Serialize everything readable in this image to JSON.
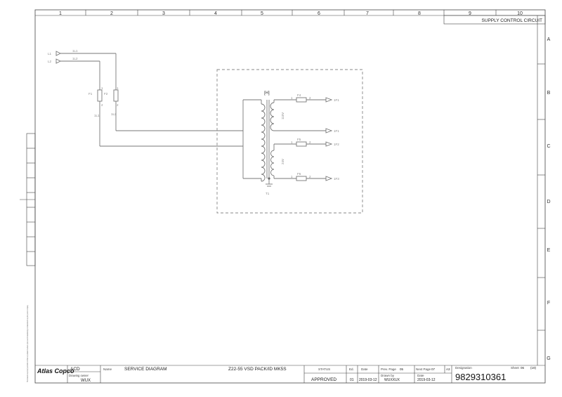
{
  "columns": [
    "1",
    "2",
    "3",
    "4",
    "5",
    "6",
    "7",
    "8",
    "9",
    "10"
  ],
  "rows": [
    "A",
    "B",
    "C",
    "D",
    "E",
    "F",
    "G"
  ],
  "sheet_title": "SUPPLY CONTROL CIRCUIT",
  "left_margin_note": "This document is our property and shall not without our permission be altered, copied, used for manufacturing or communicated to any other person or company.",
  "circuit": {
    "inputs": [
      "L1",
      "L2"
    ],
    "input_wires": [
      "1L1",
      "1L2"
    ],
    "fuses_in": [
      "F1",
      "F2"
    ],
    "fuse_pins": [
      "1",
      "2"
    ],
    "primary_wires": [
      "1L1",
      "1L2"
    ],
    "transformer_label": "[H]",
    "transformer_ref": "T1",
    "winding_labels": [
      "115V",
      "24V"
    ],
    "fuses_out": [
      "F4",
      "F5",
      "F6"
    ],
    "outputs": [
      "1F1",
      "1F1",
      "1F2",
      "1F3"
    ],
    "pin_labels": [
      "1",
      "2"
    ]
  },
  "title_block": {
    "company": "Atlas Copco",
    "acd": "ACD",
    "drawing_owner_label": "Drawing owner",
    "drawing_owner": "WUX",
    "name_label": "Name",
    "name": "SERVICE DIAGRAM",
    "product": "Z22-55 VSD PACK/ID MK5S",
    "status_label": "STATUS",
    "status": "APPROVED",
    "ed_label": "Ed.",
    "ed": "01",
    "date_label": "Date",
    "date": "2019-03-12",
    "prev_page_label": "Prev. Page",
    "prev_page": "05",
    "next_page_label": "Next Page",
    "next_page": "07",
    "format": "A3",
    "drawn_by_label": "Drawn by",
    "drawn_by": "WUXXUX",
    "date2_label": "Date",
    "date2": "2019-03-12",
    "designation_label": "Designation",
    "designation": "9829310361",
    "sheet_label": "Sheet",
    "sheet": "06",
    "sheet_total": "(19)"
  }
}
